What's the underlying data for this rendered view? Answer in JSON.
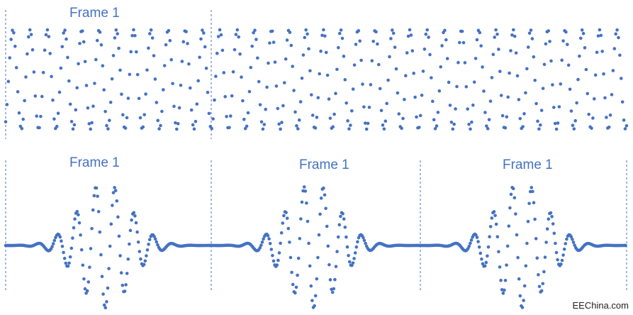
{
  "colors": {
    "dots": "#4472c4",
    "divider": "#4472c4",
    "label": "#4472c4"
  },
  "top_panel": {
    "frame_label": "Frame 1",
    "signal": "continuous-sinusoid"
  },
  "bottom_panel": {
    "frame_labels": [
      "Frame 1",
      "Frame 1",
      "Frame 1"
    ],
    "signal": "windowed-sinusoid-per-frame"
  },
  "watermark": "EEChina.com"
}
